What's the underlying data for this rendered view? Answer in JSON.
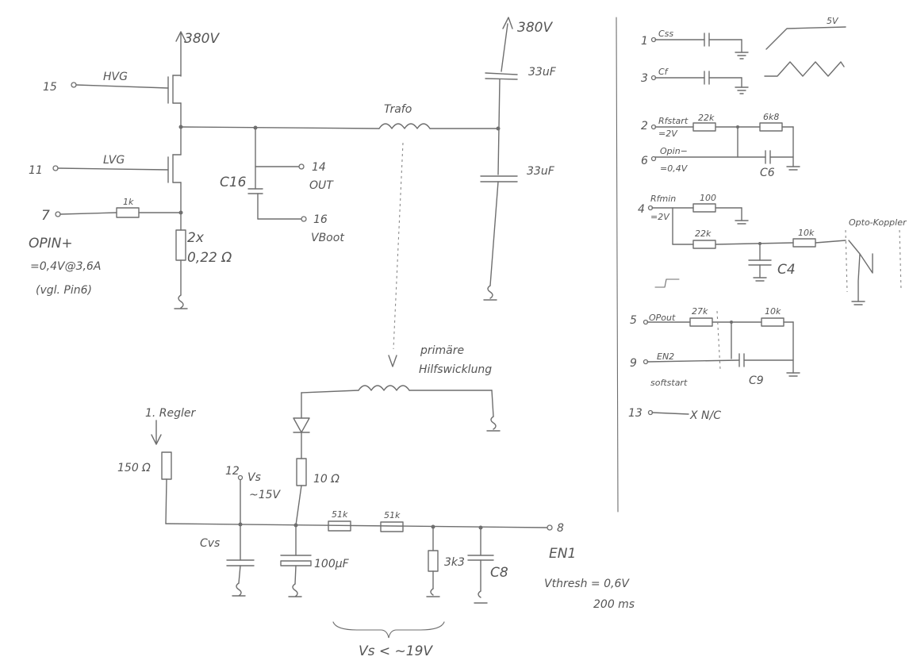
{
  "main": {
    "v380_left": "380V",
    "v380_right": "380V",
    "cap_33_top": "33uF",
    "cap_33_bot": "33uF",
    "trafo": "Trafo",
    "pin15": "15",
    "hvg": "HVG",
    "pin11": "11",
    "lvg": "LVG",
    "pin7": "7",
    "r_1k": "1k",
    "op_in_1": "OPIN+",
    "op_in_2": "=0,4V@3,6A",
    "op_in_3": "(vgl. Pin6)",
    "shunt_1": "2x",
    "shunt_2": "0,22 Ω",
    "c16": "C16",
    "pin14": "14",
    "out": "OUT",
    "pin16": "16",
    "vboot": "VBoot"
  },
  "aux": {
    "primaere_1": "primäre",
    "primaere_2": "Hilfswicklung",
    "regler": "1. Regler",
    "r150": "150 Ω",
    "pin12": "12",
    "vs": "Vs",
    "vs_val": "~15V",
    "r10": "10 Ω",
    "cvs": "Cvs",
    "c100": "100µF",
    "r51a": "51k",
    "r51b": "51k",
    "r3k3": "3k3",
    "c8": "C8",
    "pin8": "8",
    "en1": "EN1",
    "vthresh": "Vthresh = 0,6V",
    "t200": "200 ms",
    "vs_bottom": "Vs < ~19V"
  },
  "right": {
    "pin1": "1",
    "css": "Css",
    "v5": "5V",
    "pin3": "3",
    "cf": "Cf",
    "pin2": "2",
    "rfstart": "Rfstart",
    "eq2v_a": "=2V",
    "r22a": "22k",
    "r6k8": "6k8",
    "pin6": "6",
    "opin_minus": "Opin−",
    "eq04": "=0,4V",
    "c6": "C6",
    "pin4": "4",
    "rfmin": "Rfmin",
    "eq2v_b": "=2V",
    "r100": "100",
    "r22b": "22k",
    "r10k_a": "10k",
    "optokoppler": "Opto-Koppler",
    "c4": "C4",
    "pin5": "5",
    "opout": "OPout",
    "r27": "27k",
    "r10k_b": "10k",
    "pin9": "9",
    "en2": "EN2",
    "softstart": "softstart",
    "c9": "C9",
    "pin13": "13",
    "nc": "X N/C"
  }
}
